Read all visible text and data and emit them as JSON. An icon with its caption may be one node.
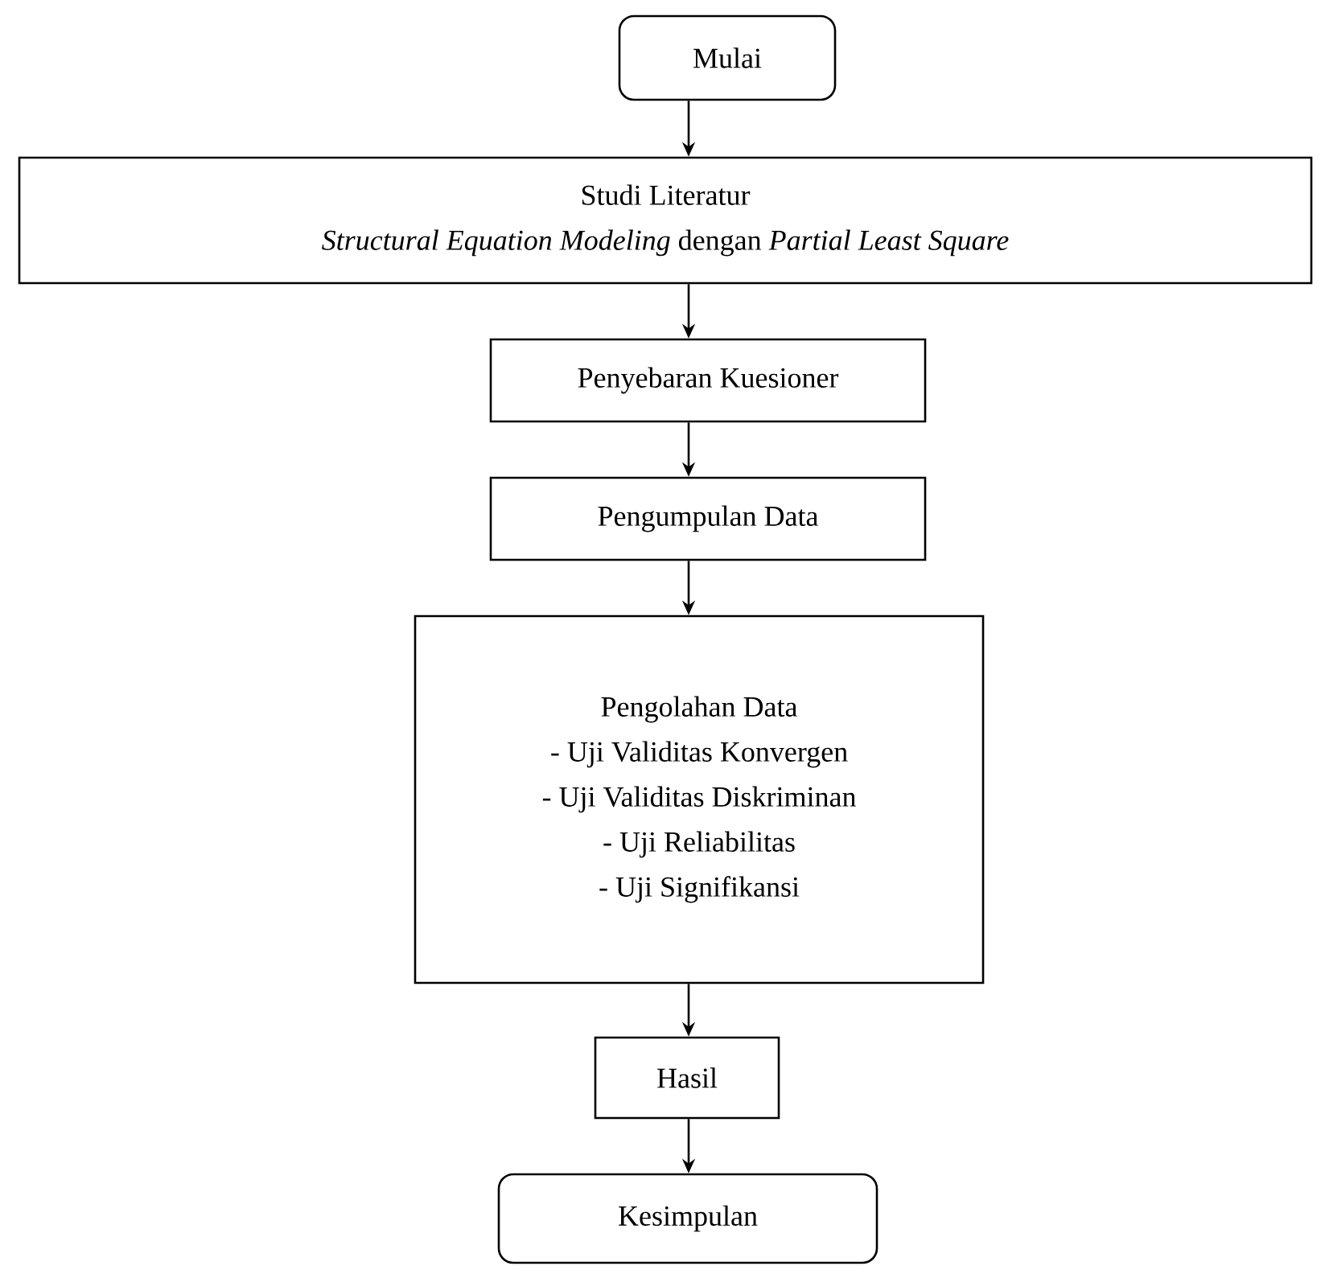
{
  "diagram": {
    "nodes": [
      {
        "text": [
          "Mulai"
        ]
      },
      {
        "text": [
          "Studi Literatur",
          "*Structural Equation Modeling* dengan *Partial Least Square*"
        ]
      },
      {
        "text": [
          "Penyebaran Kuesioner"
        ]
      },
      {
        "text": [
          "Pengumpulan Data"
        ]
      },
      {
        "text": [
          "Pengolahan Data",
          "- Uji Validitas Konvergen",
          "- Uji Validitas Diskriminan",
          "- Uji Reliabilitas",
          "- Uji Signifikansi"
        ]
      },
      {
        "text": [
          "Hasil"
        ]
      },
      {
        "text": [
          "Kesimpulan"
        ]
      }
    ],
    "edges": [
      {
        "from": 0,
        "to": 1,
        "arrow": "to"
      },
      {
        "from": 1,
        "to": 2,
        "arrow": "to"
      },
      {
        "from": 2,
        "to": 3,
        "arrow": "to"
      },
      {
        "from": 3,
        "to": 4,
        "arrow": "to"
      },
      {
        "from": 4,
        "to": 5,
        "arrow": "to"
      },
      {
        "from": 5,
        "to": 6,
        "arrow": "to"
      }
    ]
  }
}
